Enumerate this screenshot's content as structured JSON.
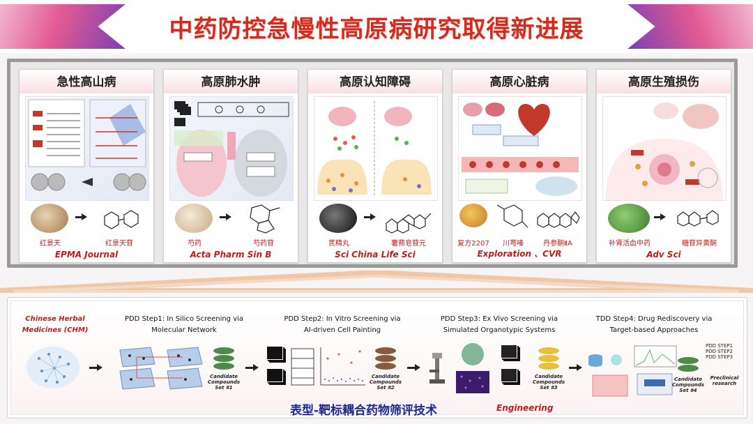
{
  "title": "中药防控急慢性高原病研究取得新进展",
  "cards": [
    {
      "heading": "急性高山病",
      "captions": [
        "红景天",
        "红景天苷"
      ],
      "journal": "EPMA Journal"
    },
    {
      "heading": "高原肺水肿",
      "captions": [
        "芍药",
        "芍药苷"
      ],
      "journal": "Acta Pharm Sin B"
    },
    {
      "heading": "高原认知障碍",
      "captions": [
        "芪精丸",
        "薯蓣皂苷元"
      ],
      "journal": "Sci China Life Sci"
    },
    {
      "heading": "高原心脏病",
      "captions": [
        "复方2207",
        "川芎嗪",
        "丹参酮ⅡA"
      ],
      "journal": "Exploration 、CVR"
    },
    {
      "heading": "高原生殖损伤",
      "captions": [
        "补肾活血中药",
        "糖苷异黄酮"
      ],
      "journal": "Adv Sci"
    }
  ],
  "pipeline": {
    "chm": [
      "Chinese Herbal",
      "Medicines (CHM)"
    ],
    "steps": [
      {
        "line1": "PDD Step1: In Silico Screening via",
        "line2": "Molecular Network",
        "cand": [
          "Candidate",
          "Compounds",
          "Set #1"
        ]
      },
      {
        "line1": "PDD Step2: In Vitro Screening via",
        "line2": "AI-driven Cell Painting",
        "cand": [
          "Candidate",
          "Compounds",
          "Set #2"
        ]
      },
      {
        "line1": "PDD Step3: Ex Vivo Screening via",
        "line2": "Simulated Organotypic Systems",
        "cand": [
          "Candidate",
          "Compounds",
          "Set #3"
        ]
      },
      {
        "line1": "TDD Step4: Drug Rediscovery via",
        "line2": "Target-based Approaches",
        "cand": [
          "Candidate",
          "Compounds",
          "Set #4"
        ]
      }
    ],
    "final_list": [
      "PDD STEP1",
      "PDD STEP2",
      "PDD STEP3"
    ],
    "final_label": [
      "Preclinical",
      "research"
    ],
    "footer_cn": "表型-靶标耦合药物筛评技术",
    "footer_en": "Engineering"
  },
  "colors": {
    "title": "#d52a1e",
    "accent_red": "#c41b1b",
    "navy": "#1a2a8f",
    "db_green": "#4e8a4a",
    "db_brown": "#8a5a3c",
    "db_yellow": "#e8c13a"
  }
}
